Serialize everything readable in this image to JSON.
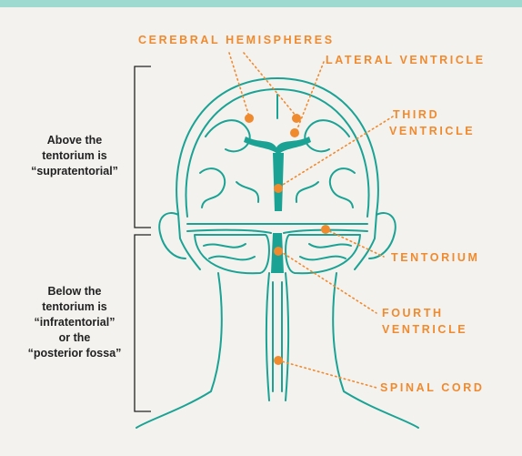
{
  "labels": {
    "cerebral_hemispheres": "CEREBRAL HEMISPHERES",
    "lateral_ventricle": "LATERAL VENTRICLE",
    "third_ventricle_1": "THIRD",
    "third_ventricle_2": "VENTRICLE",
    "tentorium": "TENTORIUM",
    "fourth_ventricle_1": "FOURTH",
    "fourth_ventricle_2": "VENTRICLE",
    "spinal_cord": "SPINAL CORD"
  },
  "above": {
    "line1": "Above the",
    "line2": "tentorium is",
    "line3": "“supratentorial”"
  },
  "below": {
    "line1": "Below the",
    "line2": "tentorium is",
    "line3": "“infratentorial”",
    "line4": "or the",
    "line5": "“posterior fossa”"
  },
  "colors": {
    "background": "#f3f2ee",
    "accent_bar": "#9fdad1",
    "brain_line": "#1aa394",
    "label_orange": "#f08a2e",
    "text_dark": "#222222"
  }
}
